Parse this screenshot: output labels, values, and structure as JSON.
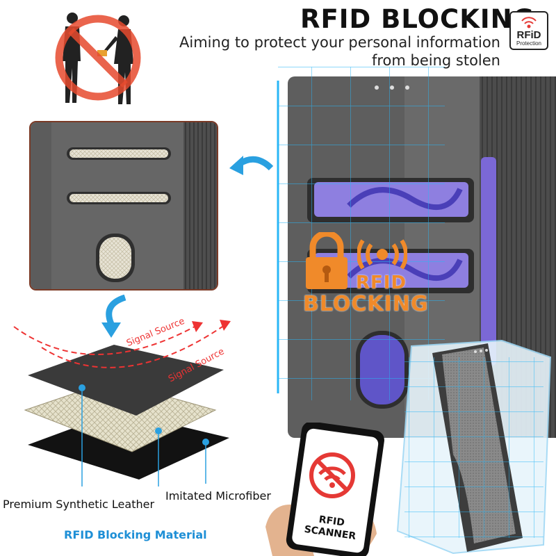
{
  "header": {
    "title": "RFID BLOCKING",
    "subtitle_line1": "Aiming to protect your personal information",
    "subtitle_line2": "from being stolen"
  },
  "badge": {
    "main": "RFiD",
    "sub": "Protection"
  },
  "overlay": {
    "line1": "RFID",
    "line2": "BLOCKING"
  },
  "layers": {
    "signal_1": "Signal Source",
    "signal_2": "Signal Source",
    "leather": "Premium Synthetic Leather",
    "microfiber": "Imitated Microfiber",
    "blocking": "RFID Blocking Material"
  },
  "phone": {
    "line1": "RFID",
    "line2": "SCANNER"
  },
  "colors": {
    "accent_blue": "#1e8fd6",
    "orange": "#f08a2a",
    "red": "#e33333",
    "wallet_gray": "#5a5a5a"
  },
  "icons": [
    "no-theft-icon",
    "rfid-badge-icon",
    "padlock-icon",
    "signal-icon",
    "no-wifi-icon",
    "curved-arrow-icon"
  ]
}
